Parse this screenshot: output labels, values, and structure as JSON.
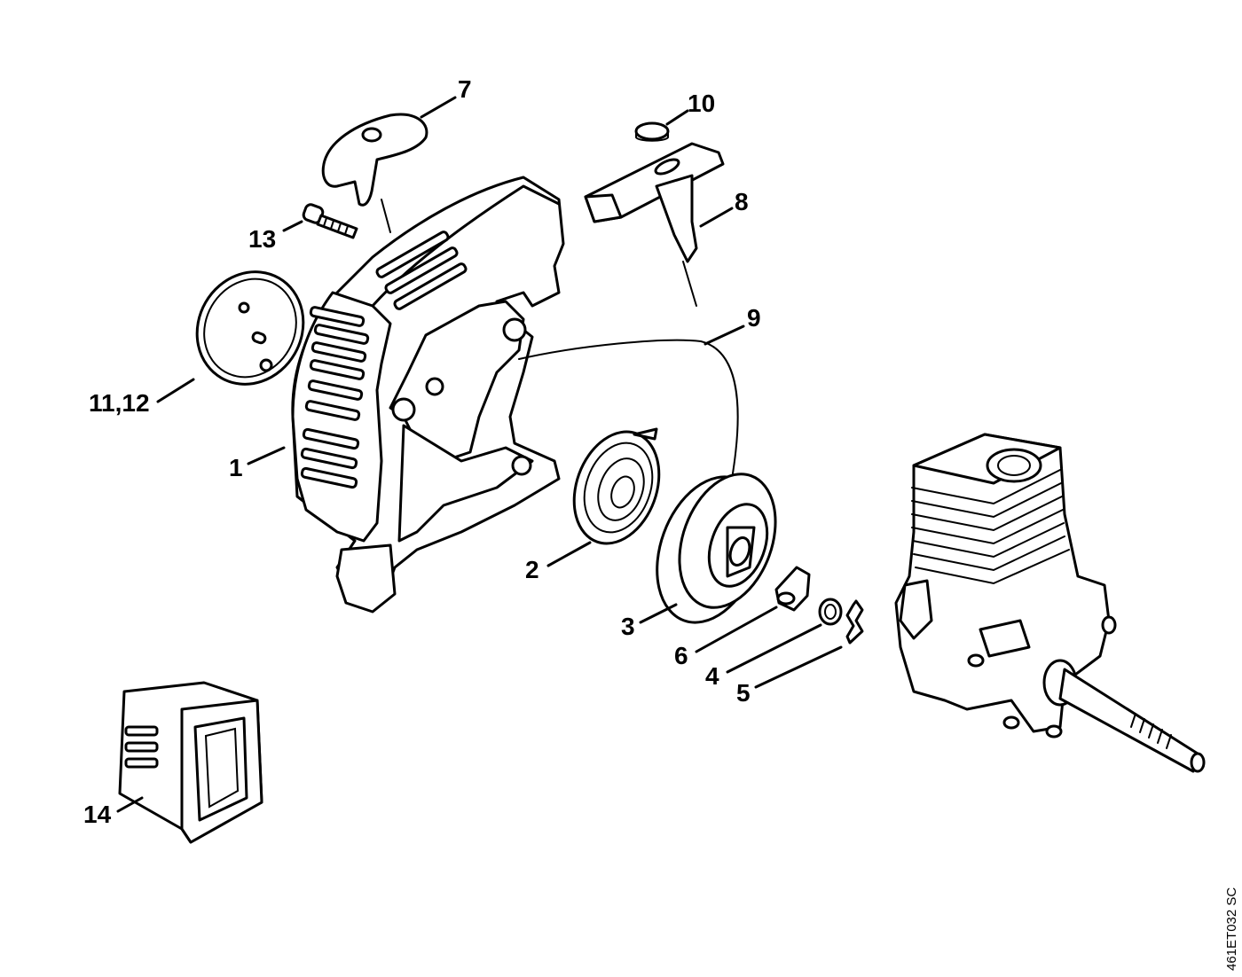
{
  "callouts": {
    "c1": "1",
    "c2": "2",
    "c3": "3",
    "c4": "4",
    "c5": "5",
    "c6": "6",
    "c7": "7",
    "c8": "8",
    "c9": "9",
    "c10": "10",
    "c11_12": "11,12",
    "c13": "13",
    "c14": "14"
  },
  "drawing_code": "461ET032 SC"
}
